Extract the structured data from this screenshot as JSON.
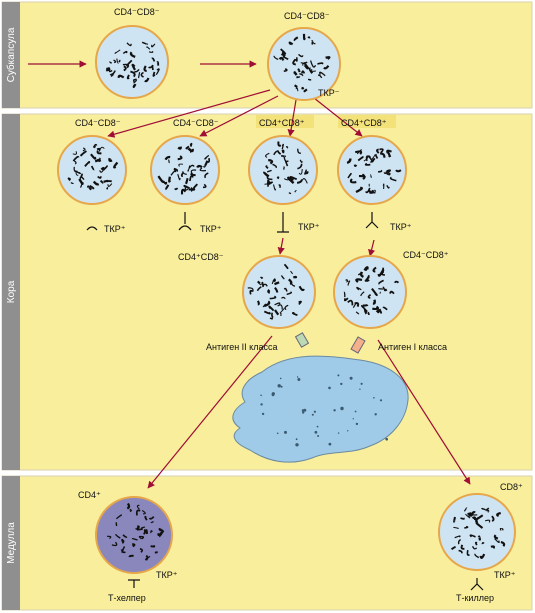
{
  "zones": {
    "subcapsule": "Субкапсула",
    "cortex": "Кора",
    "medulla": "Медулла"
  },
  "labels": {
    "dn1_top": "CD4⁻CD8⁻",
    "dn2_top": "CD4⁻CD8⁻",
    "dn2_tcr": "ТКР⁻",
    "c1_top": "CD4⁻CD8⁻",
    "c2_top": "CD4⁻CD8⁻",
    "c3_top": "CD4⁺CD8⁺",
    "c4_top": "CD4⁺CD8⁺",
    "c1_tcr": "ТКР⁺",
    "c2_tcr": "ТКР⁺",
    "c3_tcr": "ТКР⁺",
    "c4_tcr": "ТКР⁺",
    "m1_top": "CD4⁺CD8⁻",
    "m2_top": "CD4⁻CD8⁺",
    "antigen2": "Антиген II класса",
    "antigen1": "Антиген I класса",
    "cd4": "CD4⁺",
    "cd8": "CD8⁺",
    "helper_tcr": "ТКР⁺",
    "killer_tcr": "ТКР⁺",
    "helper": "Т-хелпер",
    "killer": "Т-киллер"
  },
  "colors": {
    "zone_fill": "#f8ee9c",
    "zone_border": "#d9d2b0",
    "side_tab": "#8f8f8f",
    "cell_fill": "#cfe4f2",
    "cell_rim": "#e6a64a",
    "helper_fill": "#8a87bd",
    "arrow": "#a00d35",
    "macrophage": "#9fcbe9",
    "highlight": "#f3e27a"
  }
}
